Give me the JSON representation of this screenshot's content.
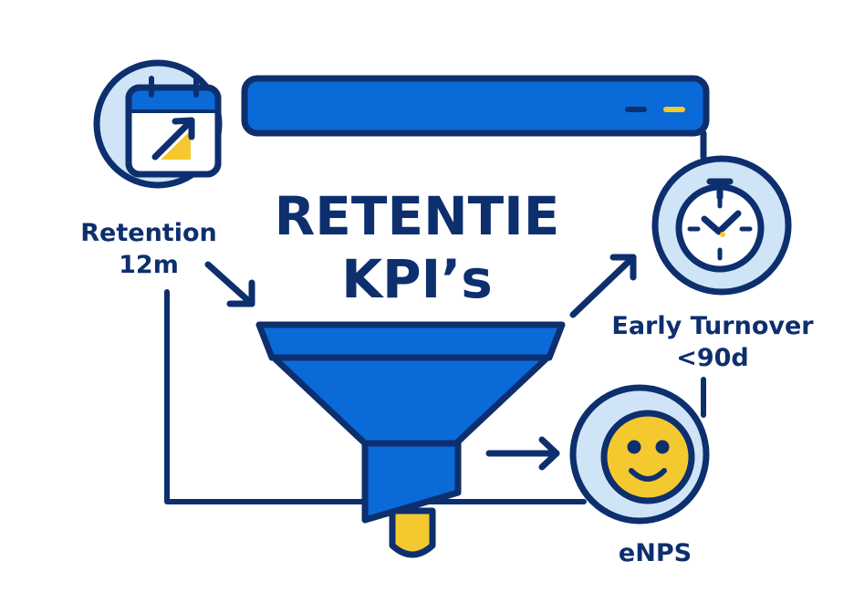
{
  "title": {
    "line1": "RETENTIE",
    "line2": "KPI’s"
  },
  "kpis": [
    {
      "label_line1": "Retention",
      "label_line2": "12m",
      "icon": "calendar-trend-up-icon"
    },
    {
      "label_line1": "Early Turnover",
      "label_line2": "<90d",
      "icon": "stopwatch-icon"
    },
    {
      "label_line1": "eNPS",
      "icon": "smiley-face-icon"
    }
  ],
  "colors": {
    "navy": "#0d2f6e",
    "blue": "#0a6ad8",
    "light_blue": "#cfe4f7",
    "yellow": "#f4c82f"
  }
}
